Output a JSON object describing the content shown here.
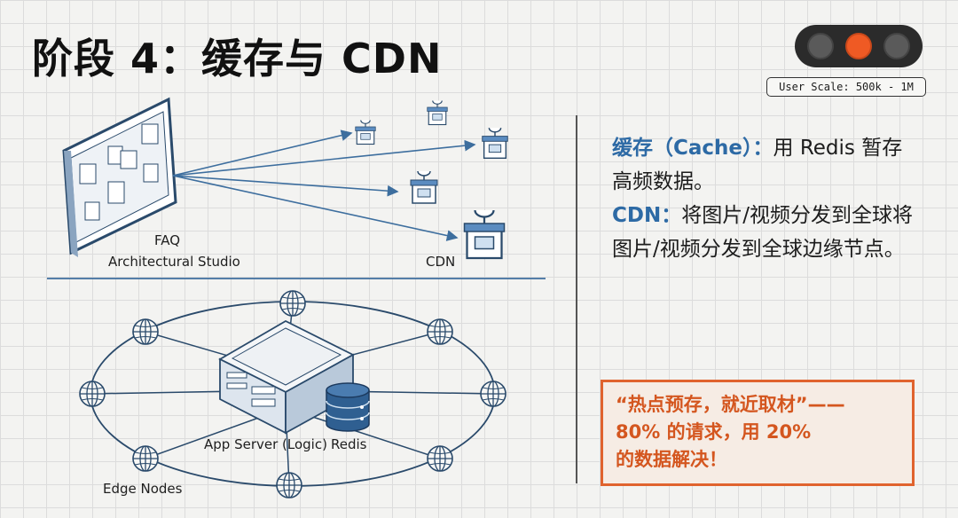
{
  "title": "阶段 4：缓存与 CDN",
  "indicator": {
    "lights": [
      {
        "state": "off",
        "color": "#5a5a5a"
      },
      {
        "state": "on",
        "color": "#ef5a24"
      },
      {
        "state": "off",
        "color": "#5a5a5a"
      }
    ],
    "user_scale": "User Scale: 500k - 1M"
  },
  "top_scene": {
    "board_label_1": "FAQ",
    "board_label_2": "Architectural Studio",
    "cdn_label": "CDN",
    "icons": [
      "faq-board-icon",
      "cdn-node-icon",
      "cdn-node-icon",
      "cdn-node-icon",
      "cdn-node-icon",
      "cdn-node-icon"
    ]
  },
  "bottom_scene": {
    "server_label": "App Server (Logic)",
    "redis_label": "Redis",
    "edge_label": "Edge Nodes",
    "icons": [
      "server-icon",
      "database-icon",
      "globe-icon"
    ]
  },
  "description": {
    "cache_term": "缓存（Cache）：",
    "cache_text": "用 Redis 暂存高频数据。",
    "cdn_term": "CDN：",
    "cdn_text": "将图片/视频分发到全球将图片/视频分发到全球边缘节点。"
  },
  "callout": {
    "line1": "“热点预存，就近取材”——",
    "line2": "80% 的请求，用 20%",
    "line3": "的数据解决！"
  },
  "colors": {
    "accent_blue": "#2d6aa5",
    "accent_orange": "#e0632e",
    "line_blue": "#3d6e9e"
  }
}
